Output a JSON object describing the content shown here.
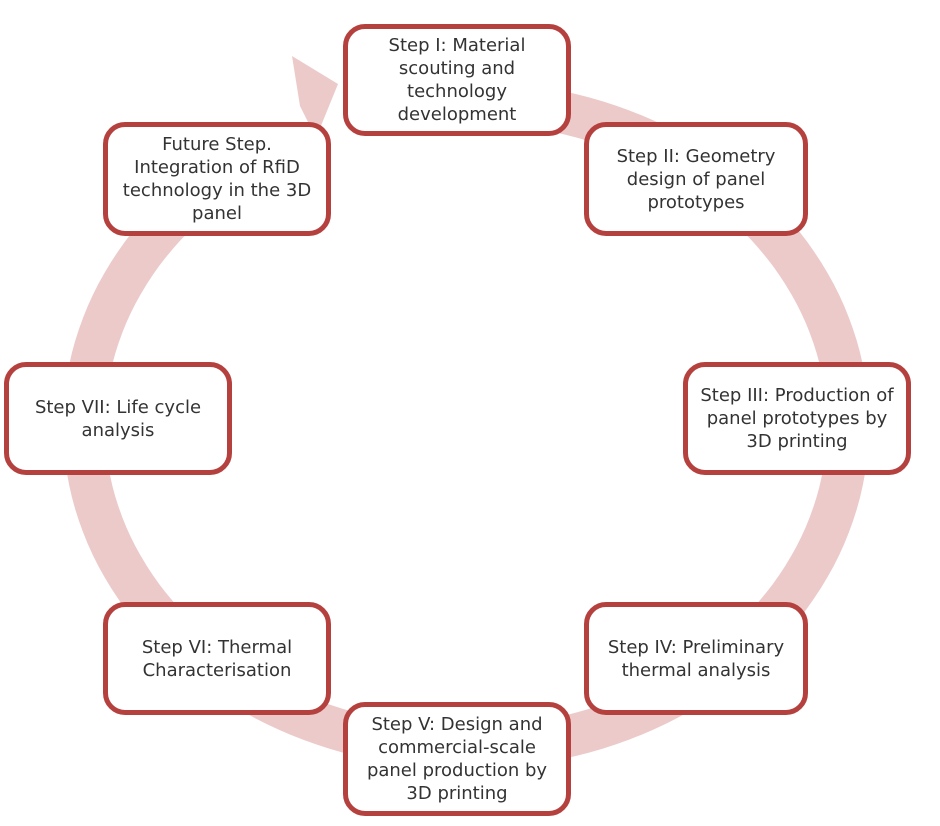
{
  "diagram": {
    "type": "cycle",
    "direction": "clockwise",
    "colors": {
      "ring": "#eccaca",
      "box_border": "#b5413f",
      "box_fill": "#ffffff",
      "text": "#333333"
    },
    "steps": [
      {
        "id": "step-1",
        "label": "Step I: Material\nscouting and\ntechnology\ndevelopment"
      },
      {
        "id": "step-2",
        "label": "Step II: Geometry\ndesign of panel\nprototypes"
      },
      {
        "id": "step-3",
        "label": "Step III: Production of\npanel prototypes by\n3D printing"
      },
      {
        "id": "step-4",
        "label": "Step IV: Preliminary\nthermal analysis"
      },
      {
        "id": "step-5",
        "label": "Step V: Design and\ncommercial-scale\npanel production by\n3D printing"
      },
      {
        "id": "step-6",
        "label": "Step VI: Thermal\nCharacterisation"
      },
      {
        "id": "step-7",
        "label": "Step VII:  Life cycle\nanalysis"
      },
      {
        "id": "step-future",
        "label": "Future Step.\nIntegration of RfiD\ntechnology in the 3D\npanel"
      }
    ]
  }
}
